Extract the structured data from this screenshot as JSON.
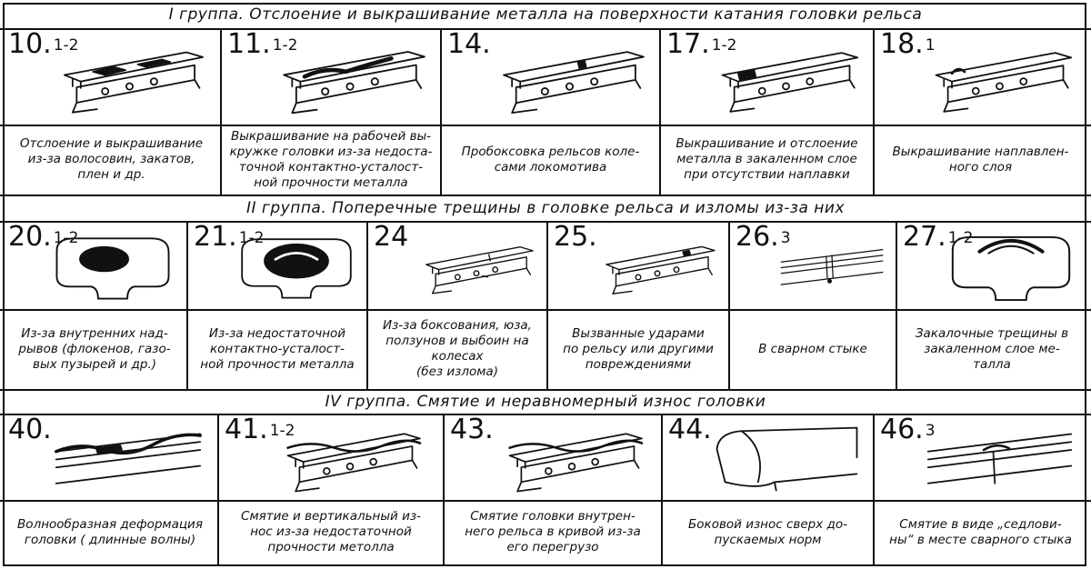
{
  "groups": [
    {
      "title": "I группа.  Отслоение и выкрашивание металла на поверхности катания головки рельса",
      "cells": [
        {
          "num": "10.",
          "sub": "1-2",
          "caption": [
            "Отслоение и выкрашивание",
            "из-за волосовин, закатов,",
            "плен и др."
          ]
        },
        {
          "num": "11.",
          "sub": "1-2",
          "caption": [
            "Выкрашивание на рабочей вы-",
            "кружке головки из-за недоста-",
            "точной контактно-усталост-",
            "ной прочности металла"
          ]
        },
        {
          "num": "14.",
          "sub": "",
          "caption": [
            "Пробоксовка рельсов коле-",
            "сами локомотива"
          ]
        },
        {
          "num": "17.",
          "sub": "1-2",
          "caption": [
            "Выкрашивание и отслоение",
            "металла в закаленном слое",
            "при отсутствии наплавки"
          ]
        },
        {
          "num": "18.",
          "sub": "1",
          "caption": [
            "Выкрашивание наплавлен-",
            "ного слоя"
          ]
        }
      ]
    },
    {
      "title": "II группа.  Поперечные трещины в головке рельса и изломы из-за них",
      "cells": [
        {
          "num": "20.",
          "sub": "1-2",
          "caption": [
            "Из-за внутренних над-",
            "рывов (флокенов, газо-",
            "вых пузырей и др.)"
          ]
        },
        {
          "num": "21.",
          "sub": "1-2",
          "caption": [
            "Из-за недостаточной",
            "контактно-усталост-",
            "ной прочности металла"
          ]
        },
        {
          "num": "24",
          "sub": "",
          "caption": [
            "Из-за боксования, юза,",
            "ползунов и выбоин на",
            "колесах",
            "(без излома)"
          ]
        },
        {
          "num": "25.",
          "sub": "",
          "caption": [
            "Вызванные ударами",
            "по рельсу или другими",
            "повреждениями"
          ]
        },
        {
          "num": "26.",
          "sub": "3",
          "caption": [
            "В сварном стыке"
          ]
        },
        {
          "num": "27.",
          "sub": "1-2",
          "caption": [
            "Закалочные трещины в",
            "закаленном слое ме-",
            "талла"
          ]
        }
      ]
    },
    {
      "title": "IV группа.  Смятие и неравномерный износ головки",
      "cells": [
        {
          "num": "40.",
          "sub": "",
          "caption": [
            "Волнообразная деформация",
            "головки ( длинные волны)"
          ]
        },
        {
          "num": "41.",
          "sub": "1-2",
          "caption": [
            "Смятие и вертикальный из-",
            "нос из-за недостаточной",
            "прочности метолла"
          ]
        },
        {
          "num": "43.",
          "sub": "",
          "caption": [
            "Смятие головки внутрен-",
            "него рельса в кривой из-за",
            "его перегрузо"
          ]
        },
        {
          "num": "44.",
          "sub": "",
          "caption": [
            "Боковой износ сверх до-",
            "пускаемых норм"
          ]
        },
        {
          "num": "46.",
          "sub": "3",
          "caption": [
            "Смятие в виде „седлови-",
            "ны“ в месте сварного стыка"
          ]
        }
      ]
    }
  ]
}
